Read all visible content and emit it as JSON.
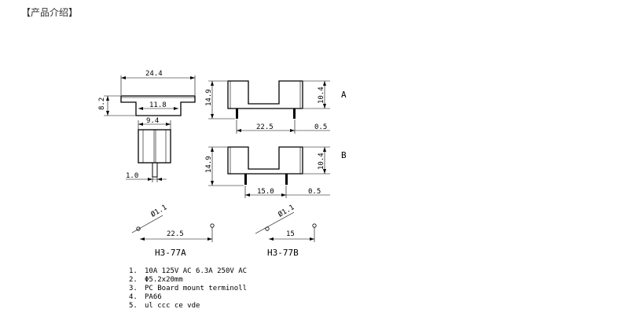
{
  "heading": "【产品介绍】",
  "drawing": {
    "top_view": {
      "width": "24.4",
      "height": "8.2",
      "inner": "11.8"
    },
    "side_view": {
      "width": "9.4",
      "pin": "1.0"
    },
    "view_a": {
      "height": "14.9",
      "inner_height": "10.4",
      "pitch": "22.5",
      "offset": "0.5",
      "label": "A"
    },
    "view_b": {
      "height": "14.9",
      "inner_height": "10.4",
      "pitch": "15.0",
      "offset": "0.5",
      "label": "B"
    },
    "pcb_a": {
      "hole": "Ø1.1",
      "pitch": "22.5",
      "model": "H3-77A"
    },
    "pcb_b": {
      "hole": "Ø1.1",
      "pitch": "15",
      "model": "H3-77B"
    }
  },
  "notes": [
    {
      "num": "1.",
      "text": "10A 125V AC 6.3A 250V AC"
    },
    {
      "num": "2.",
      "text": "Φ5.2x20mm"
    },
    {
      "num": "3.",
      "text": "PC Board mount terminoll"
    },
    {
      "num": "4.",
      "text": "PA66"
    },
    {
      "num": "5.",
      "text": "ul ccc ce vde"
    }
  ]
}
